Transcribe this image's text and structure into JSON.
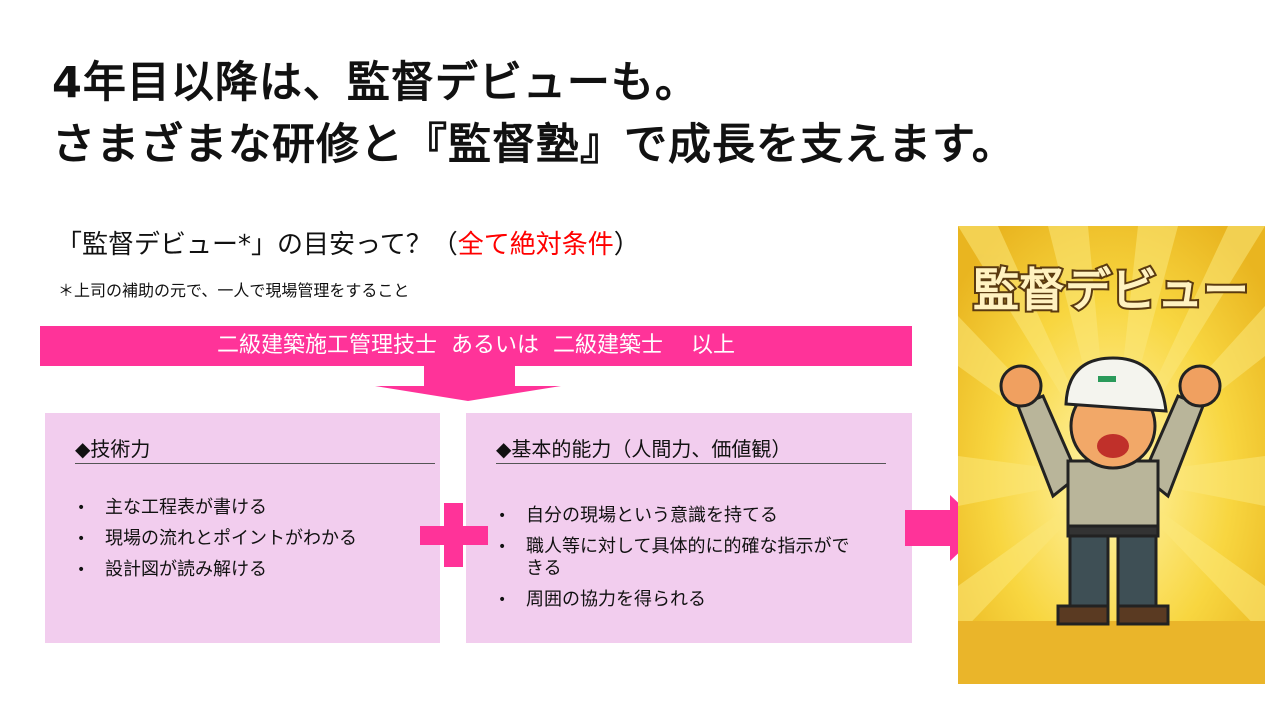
{
  "title": {
    "line1": "4年目以降は、監督デビューも。",
    "line2": "さまざまな研修と『監督塾』で成長を支えます。"
  },
  "subtitle": {
    "main": "「監督デビュー*」の目安って？（",
    "emphasis": "全て絶対条件",
    "close": "）"
  },
  "note": "＊上司の補助の元で、一人で現場管理をすること",
  "requirement_bar": "二級建築施工管理技士  あるいは  二級建築士    以上",
  "boxes": [
    {
      "heading": "◆技術力",
      "items": [
        "主な工程表が書ける",
        "現場の流れとポイントがわかる",
        "設計図が読み解ける"
      ]
    },
    {
      "heading": "◆基本的能力（人間力、価値観）",
      "items": [
        "自分の現場という意識を持てる",
        "職人等に対して具体的に的確な指示ができる",
        "周囲の協力を得られる"
      ]
    }
  ],
  "illustration": {
    "caption": "監督デビュー"
  },
  "colors": {
    "accent": "#ff3399",
    "box": "#f2cdee",
    "emphasis": "#ff0000",
    "gold": "#f5c832"
  }
}
